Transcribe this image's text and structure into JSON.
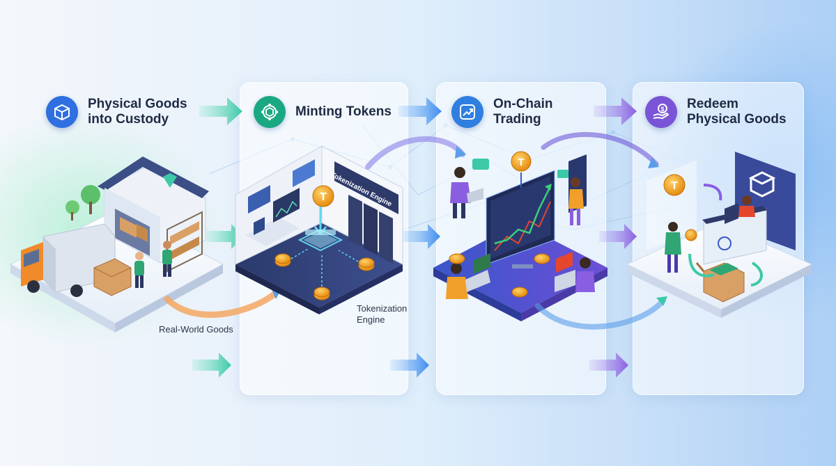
{
  "steps": [
    {
      "title": "Physical Goods\ninto Custody",
      "icon": "box-icon",
      "color": "#2f6fe0"
    },
    {
      "title": "Minting Tokens",
      "icon": "token-network-icon",
      "color": "#1aa883"
    },
    {
      "title": "On-Chain\nTrading",
      "icon": "trend-arrows-icon",
      "color": "#2f7fe0"
    },
    {
      "title": "Redeem\nPhysical Goods",
      "icon": "hand-coin-icon",
      "color": "#7a54d6"
    }
  ],
  "labels": {
    "real_world_goods": "Real-World Goods",
    "tokenization_engine": "Tokenization\nEngine",
    "engine_sign": "Tokenization Engine"
  },
  "colors": {
    "teal": "#3cc9a8",
    "blue": "#3d8bf0",
    "purple": "#8a5ee0",
    "coin": "#f2a31b",
    "navy": "#2b3560"
  }
}
